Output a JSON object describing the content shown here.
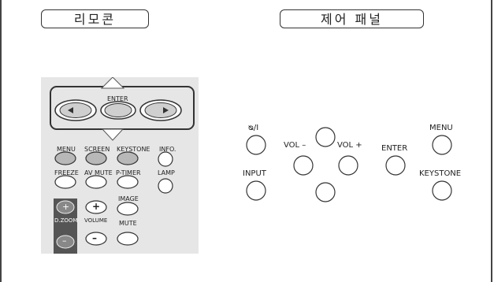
{
  "titles": {
    "remote": "리모콘",
    "panel": "제어 패널"
  },
  "remote": {
    "enter": "ENTER",
    "menu": "MENU",
    "screen": "SCREEN",
    "keystone": "KEYSTONE",
    "info": "INFO.",
    "freeze": "FREEZE",
    "av_mute": "AV MUTE",
    "p_timer": "P-TIMER",
    "lamp": "LAMP",
    "image": "IMAGE",
    "d_zoom": "D.ZOOM",
    "volume": "VOLUME",
    "mute": "MUTE",
    "plus": "+",
    "minus": "–",
    "left_arrow": "◄",
    "right_arrow": "►"
  },
  "panel": {
    "power": "ᴓ/I",
    "input": "INPUT",
    "vol_minus": "VOL –",
    "vol_plus": "VOL +",
    "enter": "ENTER",
    "menu": "MENU",
    "keystone": "KEYSTONE"
  },
  "icons": [
    "power-icon",
    "arrow-up-icon",
    "arrow-down-icon",
    "arrow-left-icon",
    "arrow-right-icon"
  ]
}
